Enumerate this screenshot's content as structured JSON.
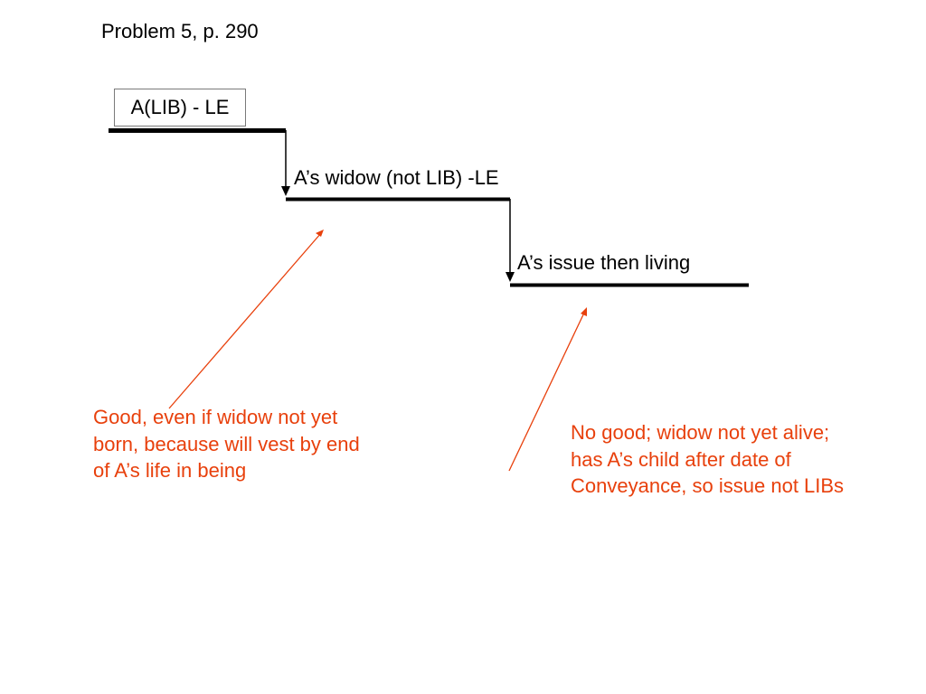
{
  "title": "Problem 5, p. 290",
  "estate_a": {
    "label": "A(LIB) - LE"
  },
  "estate_widow": {
    "label": "A’s widow (not LIB) -LE"
  },
  "estate_issue": {
    "label": "A’s issue then living"
  },
  "note_good": {
    "lines": [
      "Good, even if widow not yet",
      "born, because will vest by end",
      "of A’s life in being"
    ]
  },
  "note_bad": {
    "lines": [
      "No good; widow not yet alive;",
      "has A’s child after date of",
      "Conveyance, so issue not LIBs"
    ]
  },
  "colors": {
    "text": "#000000",
    "annotation": "#e8400c",
    "box_border": "#7a7a7a"
  }
}
